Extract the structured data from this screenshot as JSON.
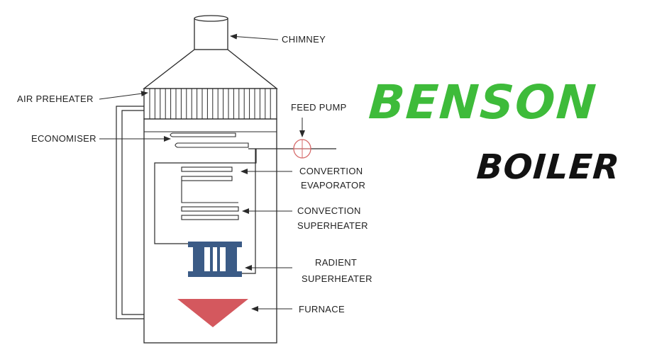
{
  "title": {
    "main": "BENSON",
    "sub": "BOILER"
  },
  "labels": {
    "chimney": "CHIMNEY",
    "air_preheater": "AIR PREHEATER",
    "economiser": "ECONOMISER",
    "feed_pump": "FEED PUMP",
    "convertion_evaporator_1": "CONVERTION",
    "convertion_evaporator_2": "EVAPORATOR",
    "convection_superheater_1": "CONVECTION",
    "convection_superheater_2": "SUPERHEATER",
    "radient_superheater_1": "RADIENT",
    "radient_superheater_2": "SUPERHEATER",
    "furnace": "FURNACE"
  },
  "colors": {
    "title_green": "#3ebb3a",
    "title_black": "#121212",
    "superheater_blue": "#3b5b86",
    "furnace_red": "#d4585e",
    "pump_red": "#d66a6a",
    "line": "#2a2a2a"
  }
}
